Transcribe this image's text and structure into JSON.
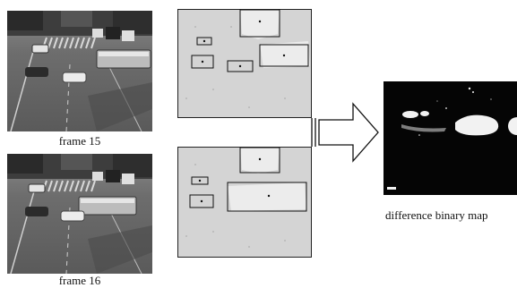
{
  "frames": [
    {
      "label": "frame 15"
    },
    {
      "label": "frame 16"
    }
  ],
  "output": {
    "label": "difference binary map"
  }
}
